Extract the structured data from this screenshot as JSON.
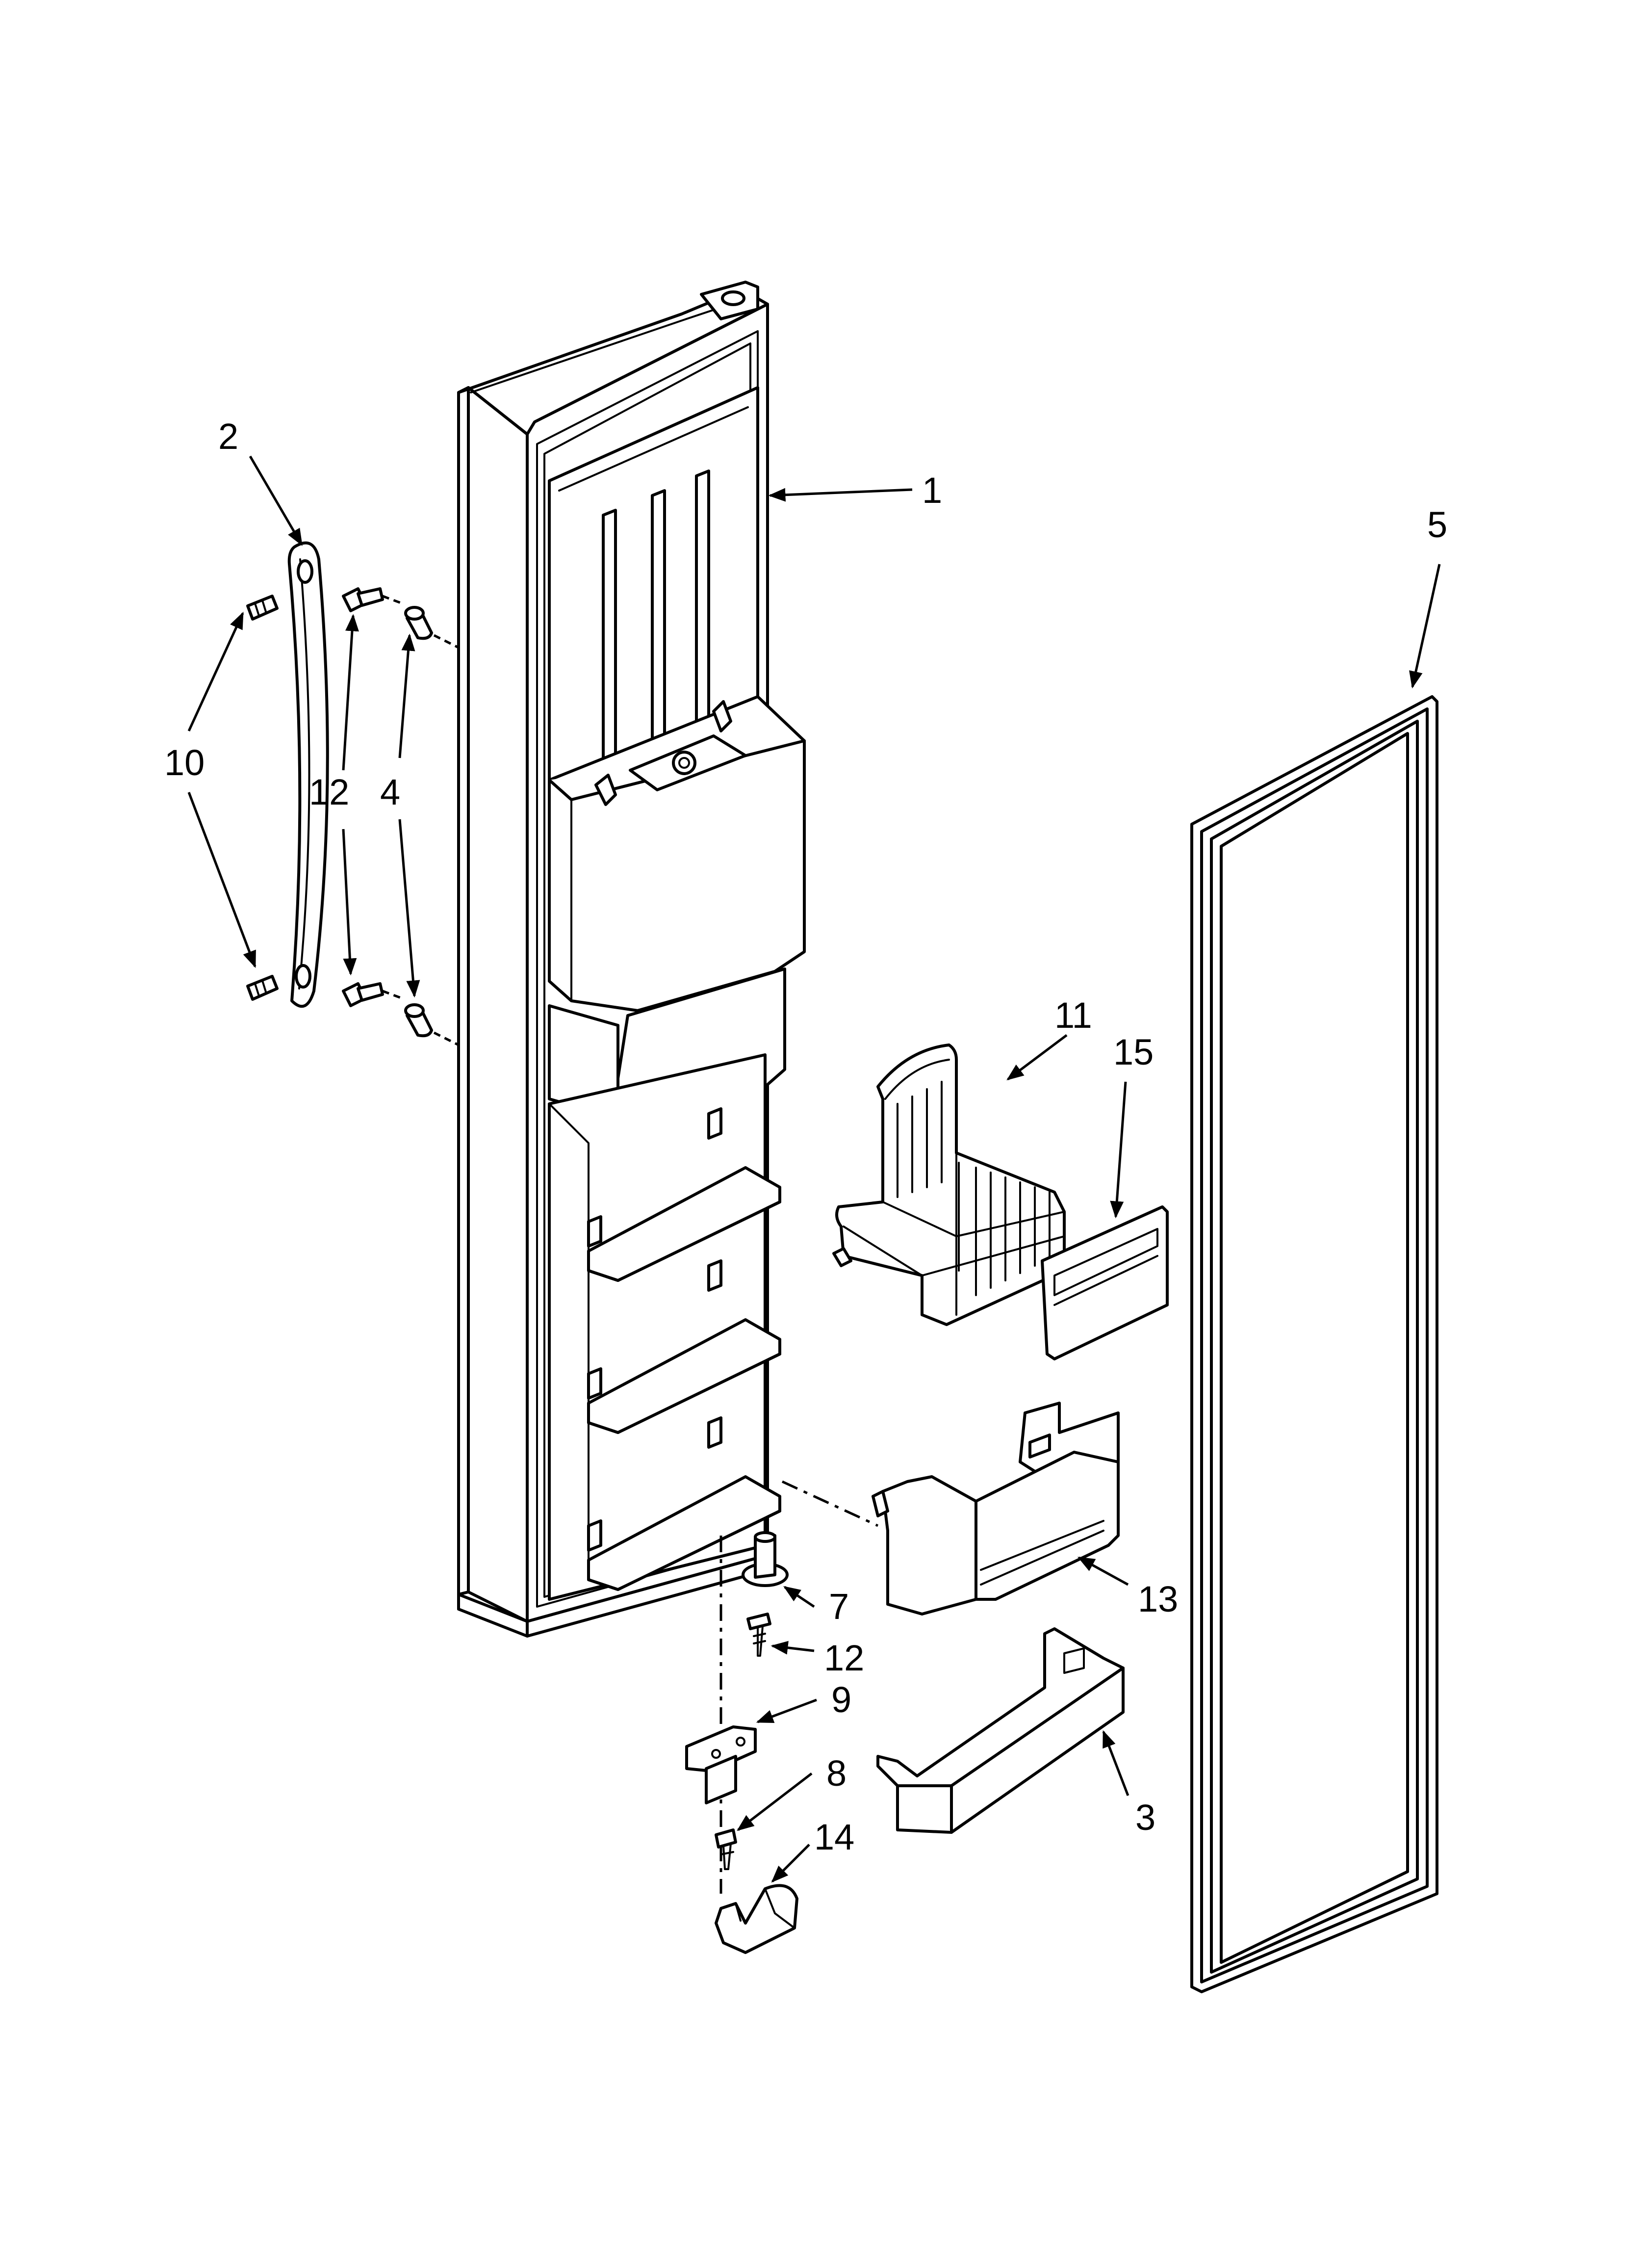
{
  "callouts": {
    "c1": "1",
    "c2": "2",
    "c3": "3",
    "c4": "4",
    "c5": "5",
    "c7": "7",
    "c8": "8",
    "c9": "9",
    "c10": "10",
    "c11": "11",
    "c12a": "12",
    "c12b": "12",
    "c13": "13",
    "c14": "14",
    "c15": "15"
  }
}
